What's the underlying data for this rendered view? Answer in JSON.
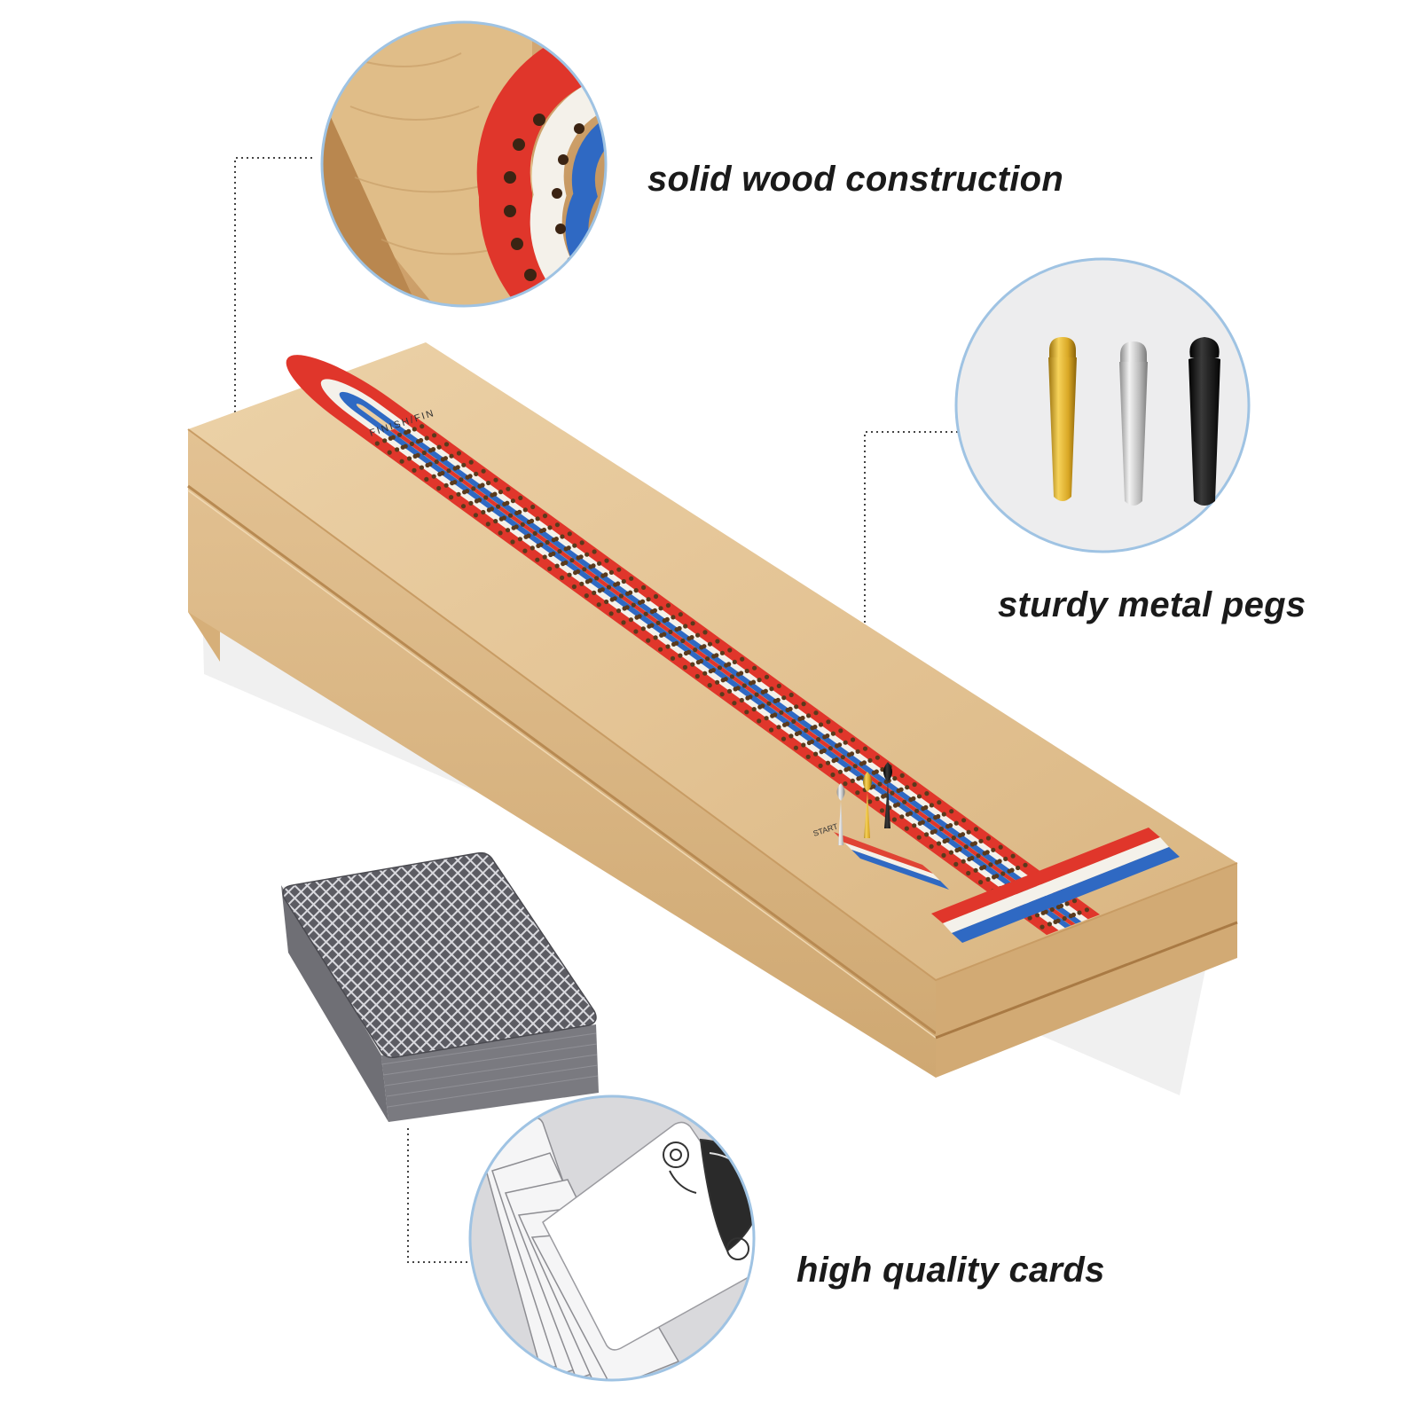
{
  "callouts": {
    "wood": "solid wood construction",
    "pegs": "sturdy metal pegs",
    "cards": "high quality cards"
  },
  "board_labels": {
    "finish": "FINISH/FIN",
    "start": "START"
  },
  "colors": {
    "wood": "#e2c193",
    "wood_dark": "#c99d66",
    "track_red": "#e0362b",
    "track_white": "#f4f1ea",
    "track_blue": "#2f69c3",
    "peg_gold": "#d9a826",
    "peg_silver": "#c8c8c8",
    "peg_black": "#151515",
    "lens_ring": "#9fc3e3",
    "card_back": "#58585e"
  }
}
